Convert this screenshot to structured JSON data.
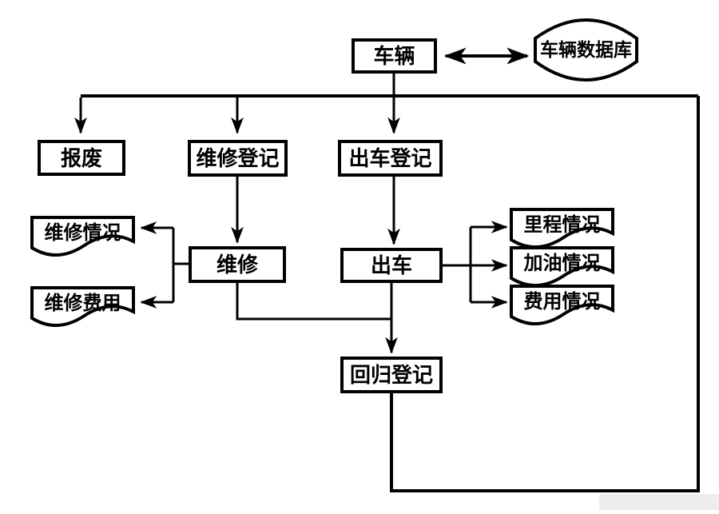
{
  "diagram": {
    "type": "flowchart",
    "language": "zh-CN",
    "colors": {
      "background": "#ffffff",
      "line": "#000000",
      "text": "#000000"
    },
    "nodes": {
      "vehicle": {
        "label": "车辆",
        "shape": "rectangle"
      },
      "database": {
        "label": "车辆数据库",
        "shape": "stored-data"
      },
      "scrap": {
        "label": "报废",
        "shape": "rectangle"
      },
      "repair_register": {
        "label": "维修登记",
        "shape": "rectangle"
      },
      "dispatch_register": {
        "label": "出车登记",
        "shape": "rectangle"
      },
      "repair": {
        "label": "维修",
        "shape": "rectangle"
      },
      "dispatch": {
        "label": "出车",
        "shape": "rectangle"
      },
      "return_register": {
        "label": "回归登记",
        "shape": "rectangle"
      },
      "repair_status_doc": {
        "label": "维修情况",
        "shape": "document"
      },
      "repair_cost_doc": {
        "label": "维修费用",
        "shape": "document"
      },
      "mileage_doc": {
        "label": "里程情况",
        "shape": "document"
      },
      "fuel_doc": {
        "label": "加油情况",
        "shape": "document"
      },
      "cost_doc": {
        "label": "费用情况",
        "shape": "document"
      }
    },
    "edges": [
      {
        "from": "vehicle",
        "to": "database",
        "style": "double-arrow"
      },
      {
        "from": "vehicle",
        "to": "scrap",
        "style": "arrow"
      },
      {
        "from": "vehicle",
        "to": "repair_register",
        "style": "arrow"
      },
      {
        "from": "vehicle",
        "to": "dispatch_register",
        "style": "arrow"
      },
      {
        "from": "repair_register",
        "to": "repair",
        "style": "arrow"
      },
      {
        "from": "dispatch_register",
        "to": "dispatch",
        "style": "arrow"
      },
      {
        "from": "repair",
        "to": "repair_status_doc",
        "style": "arrow"
      },
      {
        "from": "repair",
        "to": "repair_cost_doc",
        "style": "arrow"
      },
      {
        "from": "dispatch",
        "to": "mileage_doc",
        "style": "arrow"
      },
      {
        "from": "dispatch",
        "to": "fuel_doc",
        "style": "arrow"
      },
      {
        "from": "dispatch",
        "to": "cost_doc",
        "style": "arrow"
      },
      {
        "from": "repair",
        "to": "return_register",
        "style": "arrow"
      },
      {
        "from": "dispatch",
        "to": "return_register",
        "style": "arrow"
      },
      {
        "from": "return_register",
        "to": "vehicle-distribution-line",
        "style": "line"
      }
    ]
  }
}
